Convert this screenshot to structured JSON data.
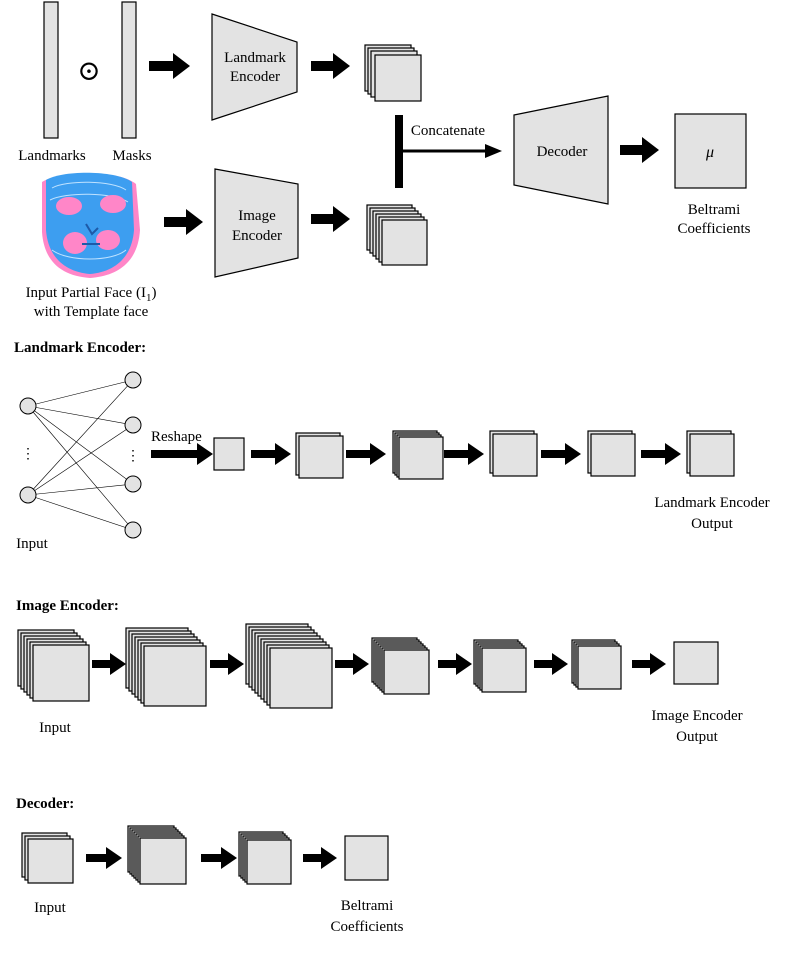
{
  "overview": {
    "landmarks_label": "Landmarks",
    "masks_label": "Masks",
    "odot_symbol": "⊙",
    "landmark_encoder_line1": "Landmark",
    "landmark_encoder_line2": "Encoder",
    "image_encoder_line1": "Image",
    "image_encoder_line2": "Encoder",
    "concatenate_label": "Concatenate",
    "decoder_label": "Decoder",
    "mu_symbol": "μ",
    "beltrami_line1": "Beltrami",
    "beltrami_line2": "Coefficients",
    "input_face_line1": "Input Partial Face (I",
    "input_face_subscript": "1",
    "input_face_close": ")",
    "input_face_line2": "with Template face"
  },
  "landmark_encoder": {
    "title": "Landmark Encoder:",
    "ellipsis_left": "⋮",
    "ellipsis_right": "⋮",
    "input_label": "Input",
    "reshape_label": "Reshape",
    "output_line1": "Landmark Encoder",
    "output_line2": "Output"
  },
  "image_encoder": {
    "title": "Image Encoder:",
    "input_label": "Input",
    "output_line1": "Image Encoder",
    "output_line2": "Output"
  },
  "decoder": {
    "title": "Decoder:",
    "input_label": "Input",
    "output_line1": "Beltrami",
    "output_line2": "Coefficients"
  },
  "colors": {
    "box_fill": "#e3e3e3",
    "face_blue": "#3d9ef0",
    "face_pink": "#ff86c8"
  }
}
